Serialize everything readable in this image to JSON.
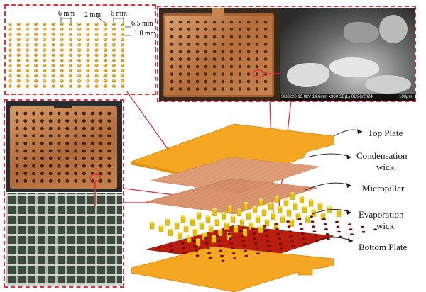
{
  "layers": {
    "top_plate": "Top Plate",
    "condensation_wick_1": "Condensation",
    "condensation_wick_2": "wick",
    "micropillar": "Micropillar",
    "evaporation_wick_1": "Evaporation",
    "evaporation_wick_2": "wick",
    "bottom_plate": "Bottom Plate"
  },
  "dimensions": {
    "pitch_left": "6 mm",
    "gap": "2 mm",
    "pitch_right": "6 mm",
    "height": "6.5 mm",
    "diameter": "1.8 mm"
  },
  "sem_caption": "SU8220 10.0kV 14.6mm x300 SE(L) 01/26/2024",
  "sem_scale": "100μm",
  "colors": {
    "accent_dashed": "#e0303a",
    "plate_orange": "#f5a623",
    "bottom_wick": "#b81e10",
    "copper": "#c98a50"
  }
}
